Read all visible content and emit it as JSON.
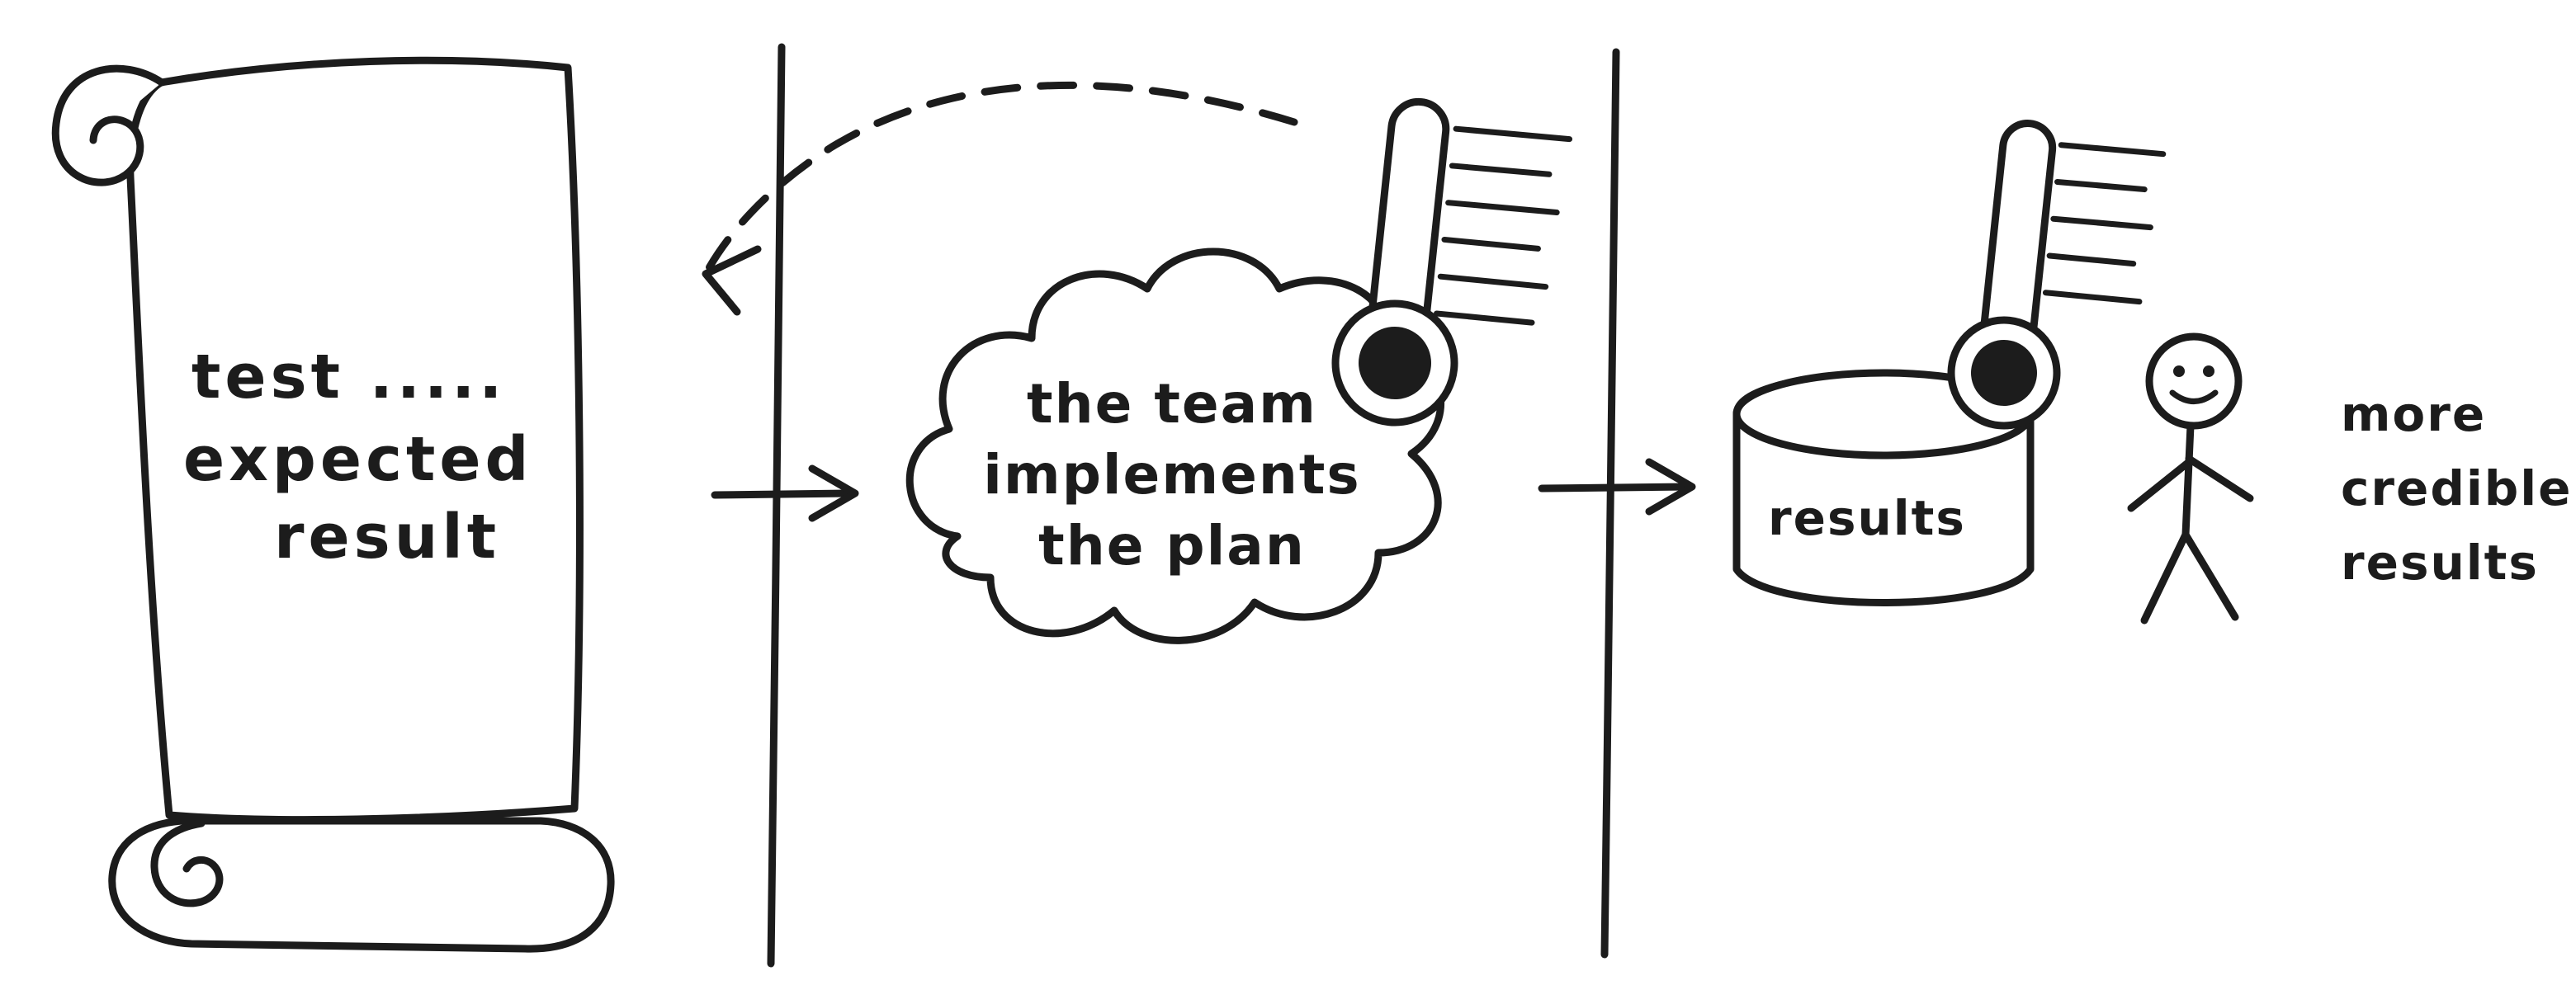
{
  "diagram": {
    "colors": {
      "ink": "#1c1c1c",
      "paper": "#ffffff"
    },
    "scroll": {
      "line1": "test .....",
      "line2": "expected",
      "line3": "result"
    },
    "cloud": {
      "line1": "the team",
      "line2": "implements",
      "line3": "the plan"
    },
    "results_bin": {
      "label": "results"
    },
    "caption": {
      "line1": "more",
      "line2": "credible",
      "line3": "results"
    }
  }
}
